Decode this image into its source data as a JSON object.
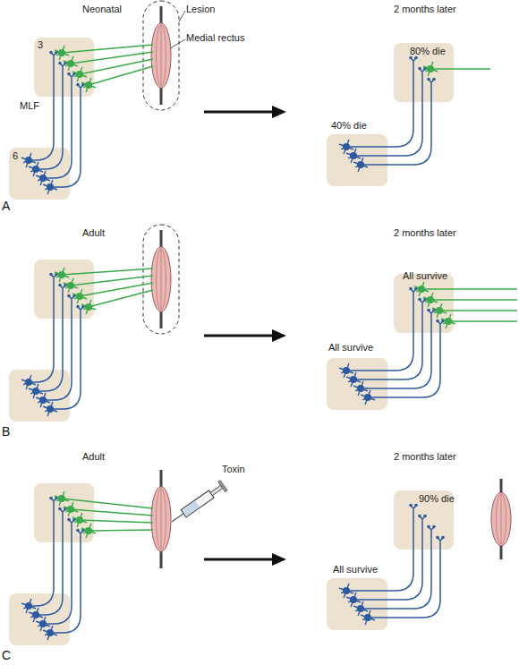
{
  "diagram": {
    "labels": [
      "Neonatal",
      "Lesion",
      "3",
      "Medial rectus",
      "2 months later",
      "80% die",
      "MLF",
      "40% die",
      "6",
      "A",
      "Adult",
      "2 months later",
      "All survive",
      "All survive",
      "B",
      "Adult",
      "Toxin",
      "2 months later",
      "90% die",
      "All survive",
      "C"
    ]
  }
}
